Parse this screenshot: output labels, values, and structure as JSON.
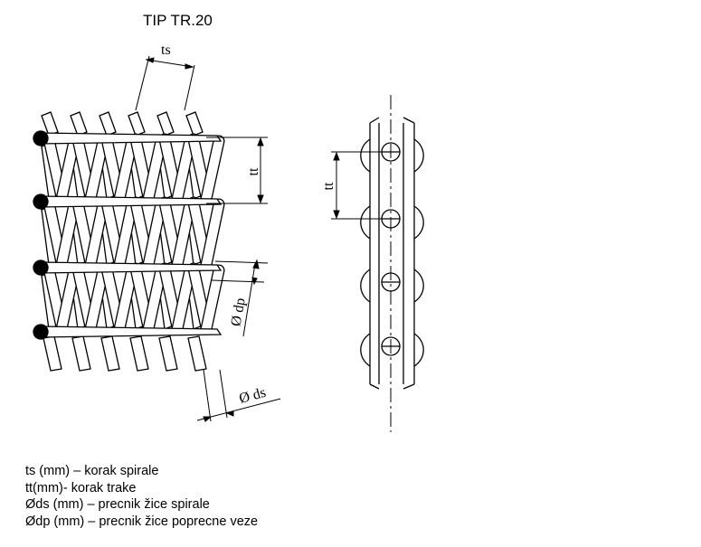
{
  "title": "TIP TR.20",
  "labels": {
    "ts": "ts",
    "tt_left": "tt",
    "tt_right": "tt",
    "dp": "Ø dp",
    "ds": "Ø ds"
  },
  "legend": [
    "ts (mm) – korak spirale",
    "tt(mm)- korak trake",
    "Øds (mm) – precnik žice spirale",
    "Ødp (mm) – precnik žice poprecne veze"
  ],
  "colors": {
    "line": "#000000",
    "background": "#ffffff"
  }
}
